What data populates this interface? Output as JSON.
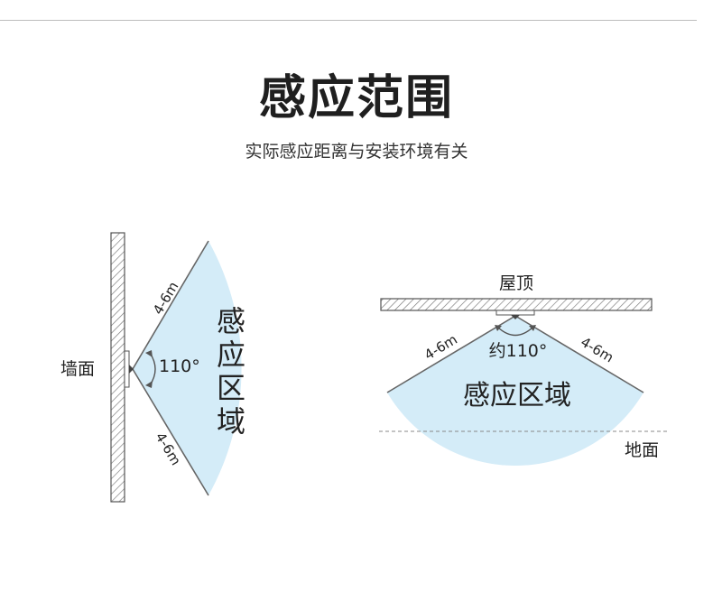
{
  "header": {
    "title": "感应范围",
    "subtitle": "实际感应距离与安装环境有关"
  },
  "wall_diagram": {
    "wall_label": "墙面",
    "zone_label_chars": [
      "感",
      "应",
      "区",
      "域"
    ],
    "angle_label": "110°",
    "upper_distance": "4-6m",
    "lower_distance": "4-6m",
    "angle_deg": 110
  },
  "ceiling_diagram": {
    "ceiling_label": "屋顶",
    "floor_label": "地面",
    "zone_label": "感应区域",
    "angle_label": "约110°",
    "left_distance": "4-6m",
    "right_distance": "4-6m",
    "angle_deg": 110
  },
  "colors": {
    "zone_fill": "#d4ecf8",
    "line": "#666666",
    "hatch": "#777777"
  }
}
